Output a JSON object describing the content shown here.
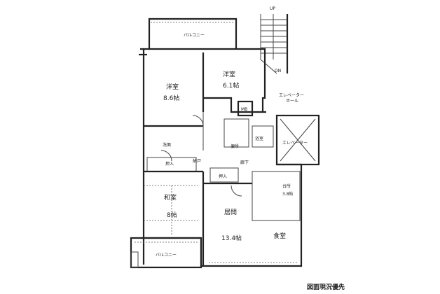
{
  "rooms": {
    "balcony_top": "バルコニー",
    "western1_name": "洋室",
    "western1_size": "8.6帖",
    "western2_name": "洋室",
    "western2_size": "6.1帖",
    "mb": "MB",
    "elevator_hall_1": "エレベーター",
    "elevator_hall_2": "ホール",
    "elevator": "エレベーター",
    "washroom": "洗面",
    "toilet": "便所",
    "bath": "浴室",
    "hallway": "廊下",
    "closet1": "押入",
    "closet2": "押入",
    "storage": "納戸",
    "japanese_name": "和室",
    "japanese_size": "8帖",
    "living_name": "居間",
    "living_size": "13.4帖",
    "dining": "食堂",
    "kitchen_name": "台所",
    "kitchen_size": "3.8帖",
    "balcony_bottom": "バルコニー",
    "stairs_up": "UP",
    "stairs_dn": "DN"
  },
  "caption": "図面現況優先"
}
